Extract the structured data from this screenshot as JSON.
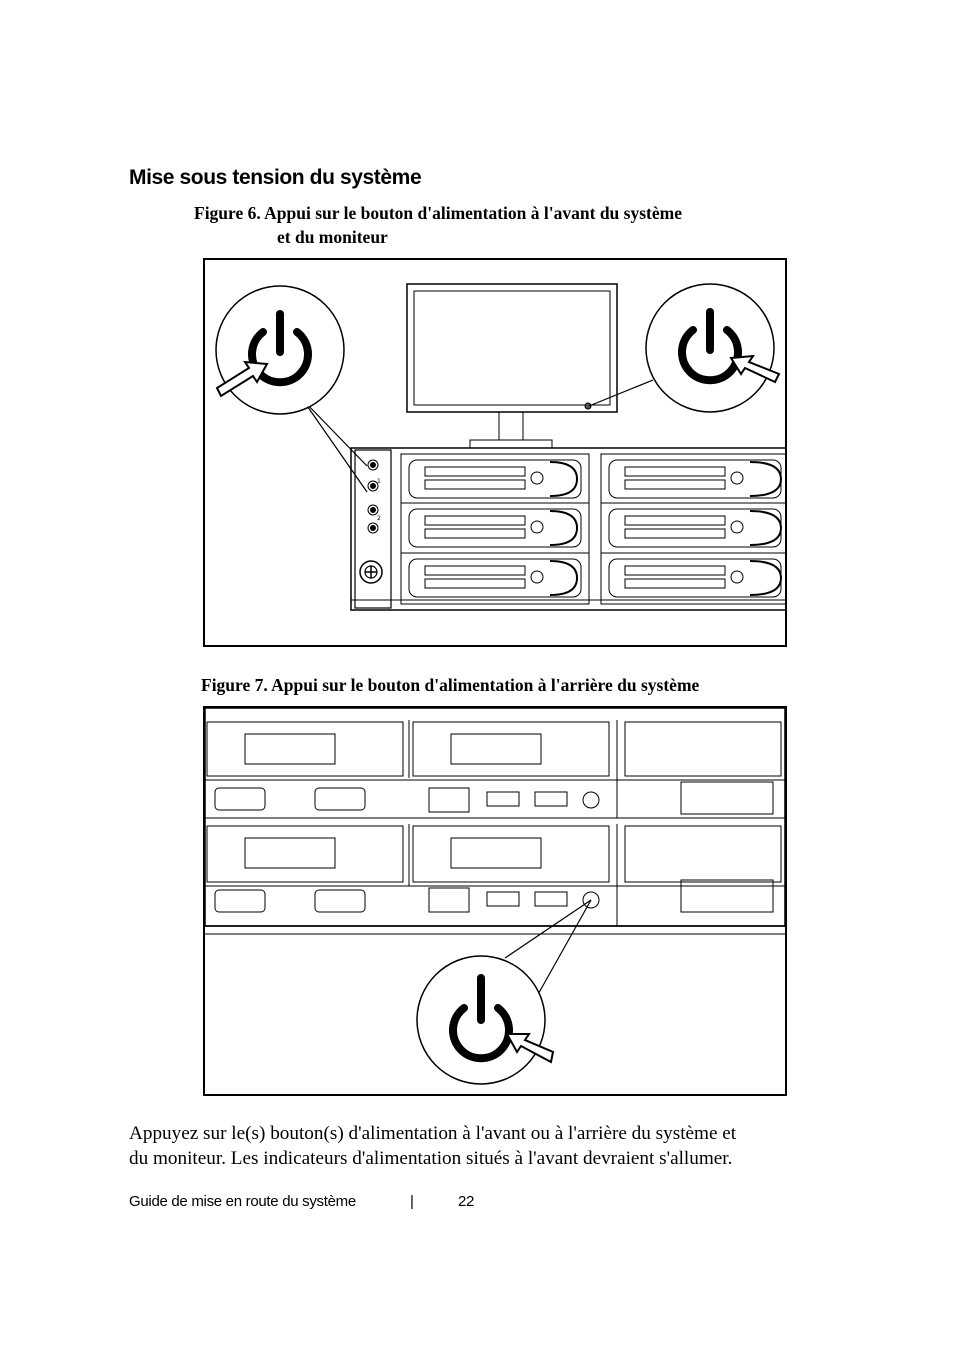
{
  "section": {
    "title": "Mise sous tension du système"
  },
  "figure6": {
    "caption_line1": "Figure 6. Appui sur le bouton d'alimentation à l'avant du système",
    "caption_line2": "et du moniteur"
  },
  "figure7": {
    "caption": "Figure 7. Appui sur le bouton d'alimentation à l'arrière du système"
  },
  "paragraph": {
    "line1": "Appuyez sur le(s) bouton(s) d'alimentation à l'avant ou à l'arrière du système et",
    "line2": "du moniteur. Les indicateurs d'alimentation situés à l'avant devraient s'allumer."
  },
  "footer": {
    "title": "Guide de mise en route du système",
    "separator": "|",
    "page_number": "22"
  },
  "panel_labels": {
    "bay1": "1",
    "bay2": "2"
  },
  "icons": [
    "power-icon",
    "arrow-icon"
  ]
}
